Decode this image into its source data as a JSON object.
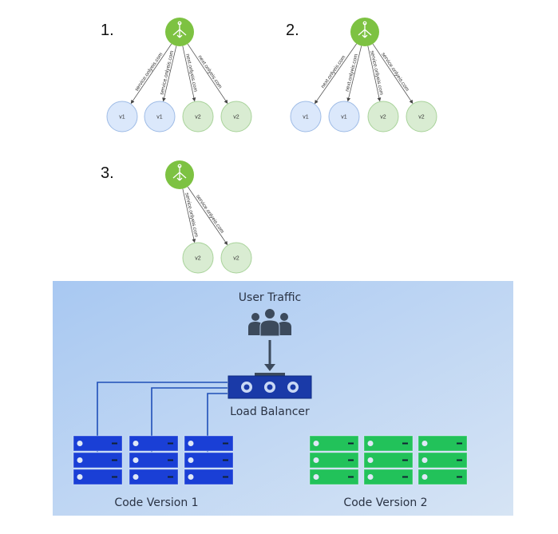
{
  "steps": [
    {
      "number": "1.",
      "edges": [
        "service.onlyeis.com",
        "service.onlyeis.com",
        "next.onlyeis.com",
        "next.onlyeis.com"
      ],
      "nodes": [
        "v1",
        "v1",
        "v2",
        "v2"
      ]
    },
    {
      "number": "2.",
      "edges": [
        "next.onlyeis.com",
        "next.onlyeis.com",
        "service.onlyeis.com",
        "service.onlyeis.com"
      ],
      "nodes": [
        "v1",
        "v1",
        "v2",
        "v2"
      ]
    },
    {
      "number": "3.",
      "edges": [
        "service.onlyeis.com",
        "service.onlyeis.com"
      ],
      "nodes": [
        "v2",
        "v2"
      ]
    }
  ],
  "colors": {
    "hub": "#7dc242",
    "v1_fill": "#dbe8fb",
    "v1_stroke": "#9fbce6",
    "v2_fill": "#d9ecd2",
    "v2_stroke": "#a9d39b",
    "blue_server": "#1a3fd6",
    "green_server": "#22c25a",
    "load_balancer": "#1a3aa8"
  },
  "lower": {
    "user_traffic": "User Traffic",
    "load_balancer": "Load Balancer",
    "version1": "Code Version 1",
    "version2": "Code Version 2"
  }
}
